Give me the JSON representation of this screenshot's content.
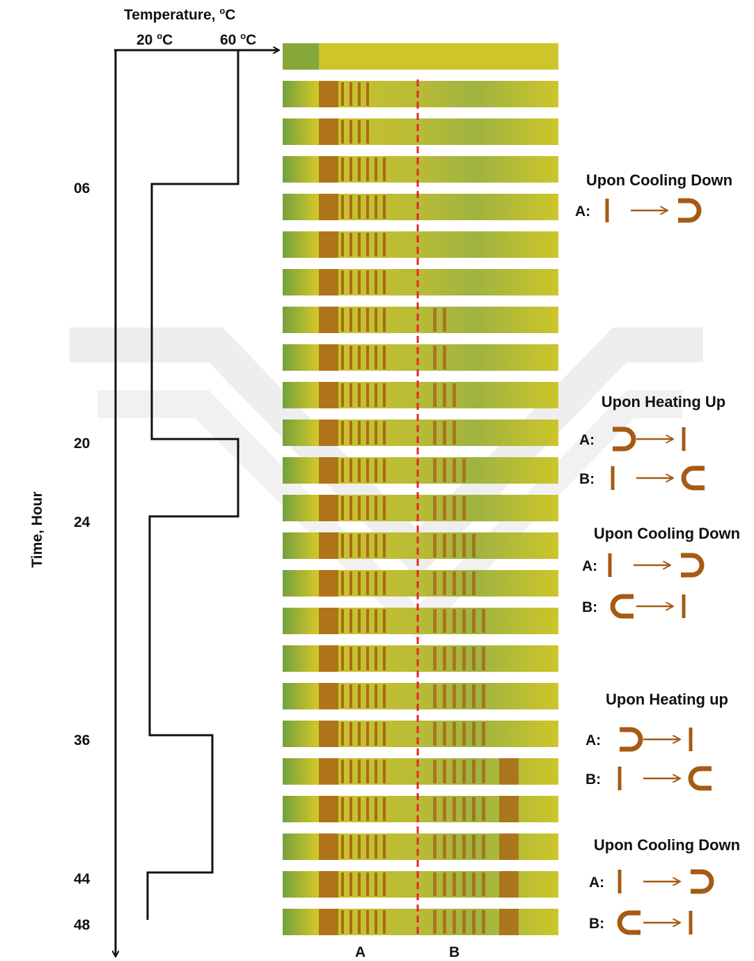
{
  "axes": {
    "temperature_title": "Temperature, ",
    "temperature_title_sup": "o",
    "temperature_title_unit": "C",
    "temp_ticks": [
      {
        "value": "20 ",
        "sup": "o",
        "unit": "C"
      },
      {
        "value": "60 ",
        "sup": "o",
        "unit": "C"
      }
    ],
    "time_title": "Time, Hour",
    "time_ticks": [
      "06",
      "20",
      "24",
      "36",
      "44",
      "48"
    ]
  },
  "temperature_profile": [
    {
      "from_h": 0,
      "to_h": 6,
      "temp_c": 60
    },
    {
      "from_h": 6,
      "to_h": 20,
      "temp_c": 20
    },
    {
      "from_h": 20,
      "to_h": 24,
      "temp_c": 60
    },
    {
      "from_h": 24,
      "to_h": 36,
      "temp_c": 20
    },
    {
      "from_h": 36,
      "to_h": 44,
      "temp_c": 50
    },
    {
      "from_h": 44,
      "to_h": 48,
      "temp_c": 20
    }
  ],
  "tubes": {
    "count": 24,
    "bottom_labels": [
      "A",
      "B"
    ]
  },
  "annotations": [
    {
      "title": "Upon Cooling Down",
      "rows": [
        {
          "label": "A:",
          "from": "line",
          "to": "cup-right"
        }
      ]
    },
    {
      "title": "Upon Heating Up",
      "rows": [
        {
          "label": "A:",
          "from": "cup-right",
          "to": "line"
        },
        {
          "label": "B:",
          "from": "line",
          "to": "cup-left"
        }
      ]
    },
    {
      "title": "Upon Cooling Down",
      "rows": [
        {
          "label": "A:",
          "from": "line",
          "to": "cup-right"
        },
        {
          "label": "B:",
          "from": "cup-left",
          "to": "line"
        }
      ]
    },
    {
      "title": "Upon Heating up",
      "rows": [
        {
          "label": "A:",
          "from": "cup-right",
          "to": "line"
        },
        {
          "label": "B:",
          "from": "line",
          "to": "cup-left"
        }
      ]
    },
    {
      "title": "Upon Cooling Down",
      "rows": [
        {
          "label": "A:",
          "from": "line",
          "to": "cup-right"
        },
        {
          "label": "B:",
          "from": "cup-left",
          "to": "line"
        }
      ]
    }
  ],
  "colors": {
    "axis": "#111111",
    "band": "#a65a14",
    "divider": "#e3262a",
    "tube_yellow": "#cdc52a",
    "tube_green": "#74a03e",
    "watermark": "#ececec"
  }
}
